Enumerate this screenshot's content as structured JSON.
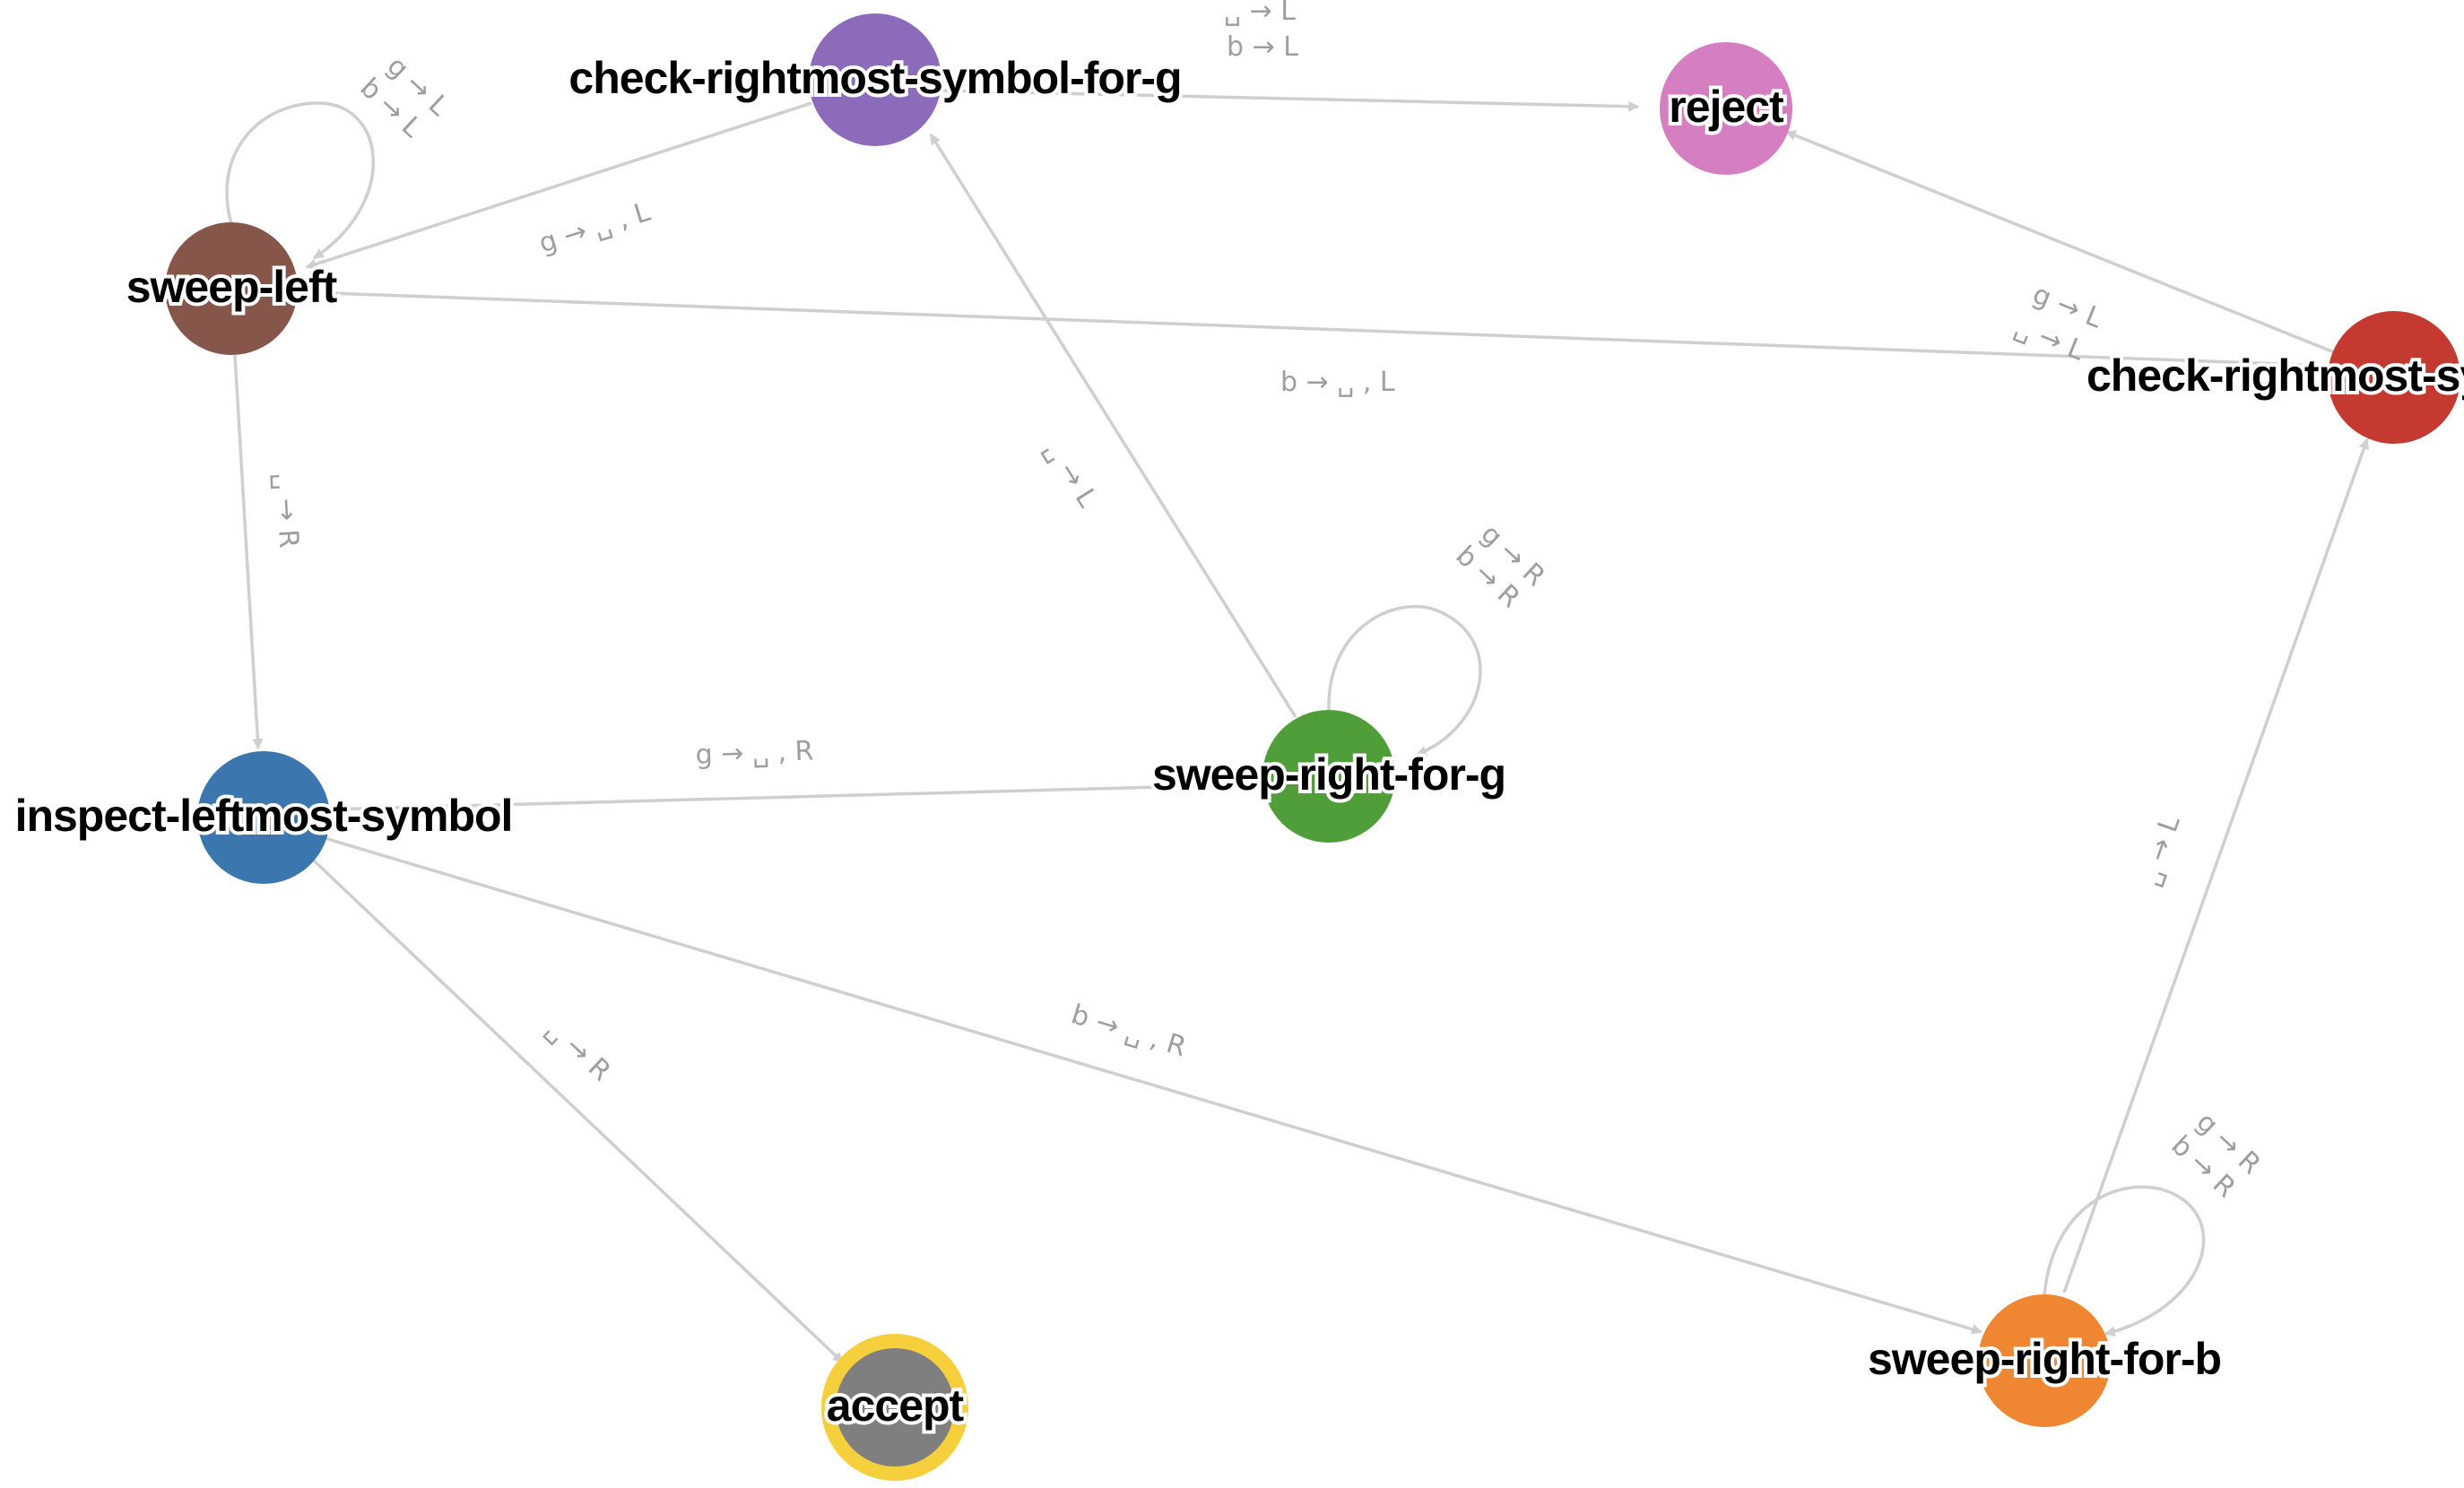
{
  "nodes": {
    "check_rightmost_symbol_for_g": {
      "label": "check-rightmost-symbol-for-g",
      "color": "#8c6bba"
    },
    "reject": {
      "label": "reject",
      "color": "#d67ec2"
    },
    "sweep_left": {
      "label": "sweep-left",
      "color": "#86564b"
    },
    "check_rightmost_symbol_for_b": {
      "label": "check-rightmost-sy",
      "color": "#c43a30"
    },
    "sweep_right_for_g": {
      "label": "sweep-right-for-g",
      "color": "#4f9e3a"
    },
    "inspect_leftmost_symbol": {
      "label": "inspect-leftmost-symbol",
      "color": "#3b76ae"
    },
    "accept": {
      "label": "accept",
      "color": "#7f7f7f",
      "ring_color": "#f5cf3c"
    },
    "sweep_right_for_b": {
      "label": "sweep-right-for-b",
      "color": "#ee8632"
    }
  },
  "edges": {
    "crg_to_reject": [
      "␣ → L",
      "b → L"
    ],
    "sweep_left_self": [
      "g → L",
      "b → L"
    ],
    "crg_to_sweep_left": "g → ␣ , L",
    "crb_to_sweep_left": "b → ␣ , L",
    "crb_to_reject": [
      "g → L",
      "␣ → L"
    ],
    "sweep_left_to_inspect": "␣ → R",
    "srg_to_crg": "␣ → L",
    "srg_self": [
      "g → R",
      "b → R"
    ],
    "inspect_to_srg": "g → ␣ , R",
    "inspect_to_accept": "␣ → R",
    "inspect_to_srb": "b → ␣ , R",
    "srb_to_crb": "␣ → L",
    "srb_self": [
      "g → R",
      "b → R"
    ]
  }
}
